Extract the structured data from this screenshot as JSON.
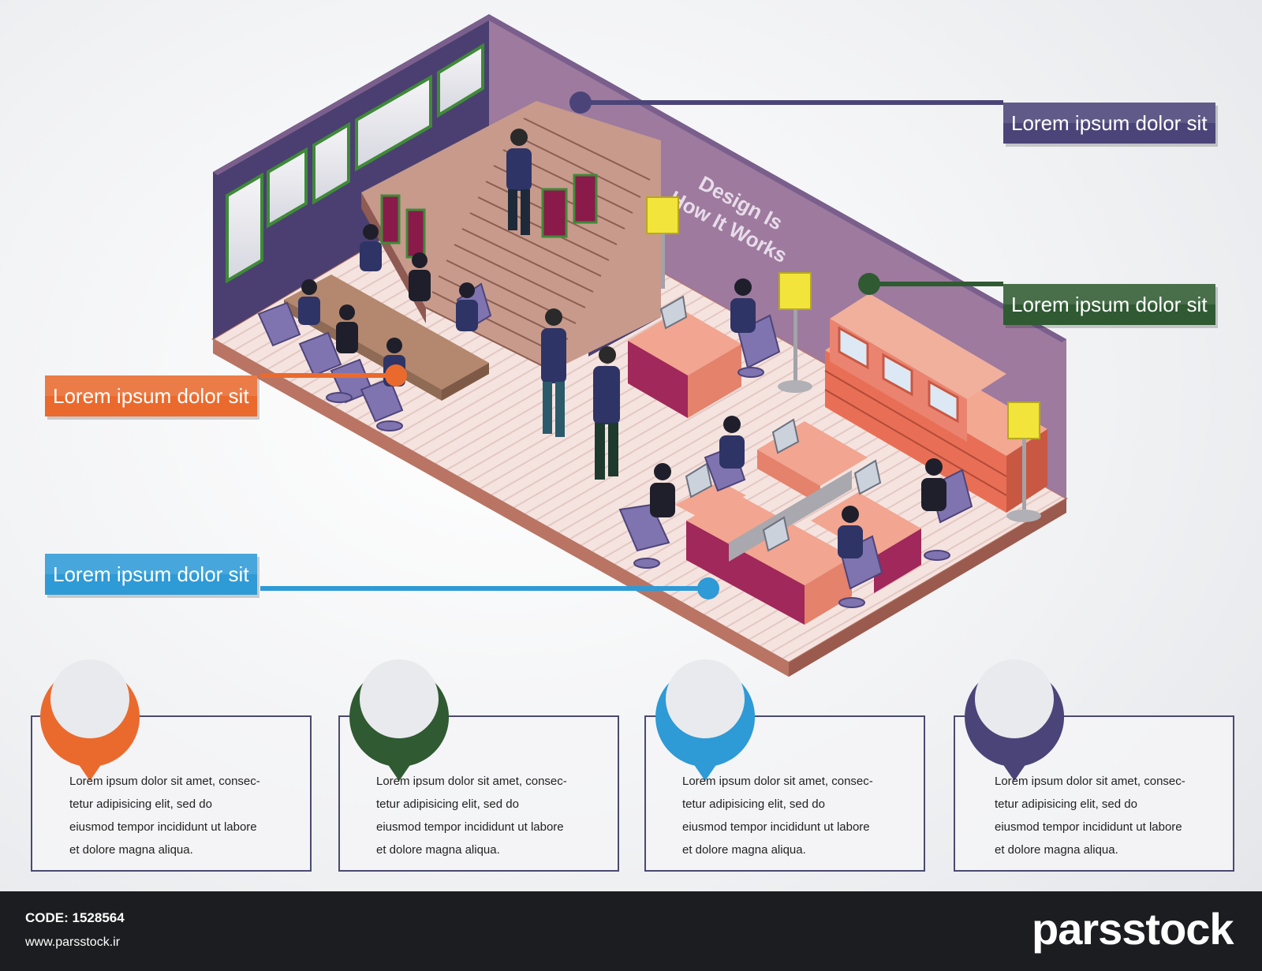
{
  "callouts": {
    "purple": "Lorem ipsum dolor sit",
    "green": "Lorem ipsum dolor sit",
    "orange": "Lorem ipsum dolor sit",
    "blue": "Lorem ipsum dolor sit"
  },
  "wall_sign": {
    "line1": "Design Is",
    "line2": "How It Works"
  },
  "info_cards": [
    {
      "line1": "Lorem ipsum dolor sit amet, consec-",
      "line2": "tetur adipisicing elit, sed do",
      "line3": "eiusmod tempor incididunt ut labore",
      "line4": "et dolore magna aliqua."
    },
    {
      "line1": "Lorem ipsum dolor sit amet, consec-",
      "line2": "tetur adipisicing elit, sed do",
      "line3": "eiusmod tempor incididunt ut labore",
      "line4": "et dolore magna aliqua."
    },
    {
      "line1": "Lorem ipsum dolor sit amet, consec-",
      "line2": "tetur adipisicing elit, sed do",
      "line3": "eiusmod tempor incididunt ut labore",
      "line4": "et dolore magna aliqua."
    },
    {
      "line1": "Lorem ipsum dolor sit amet, consec-",
      "line2": "tetur adipisicing elit, sed do",
      "line3": "eiusmod tempor incididunt ut labore",
      "line4": "et dolore magna aliqua."
    }
  ],
  "footer": {
    "code": "CODE: 1528564",
    "url": "www.parsstock.ir",
    "brand": "parsstock"
  },
  "watermark": "parsstock",
  "colors": {
    "purple": "#4b4478",
    "green": "#2f5a32",
    "orange": "#ea6a2e",
    "blue": "#2e9ad6",
    "wall": "#9a7a9c",
    "wall_dark": "#4a3f70",
    "floor": "#f3e1de",
    "furniture": "#ea8470",
    "footer_bg": "#1c1d20"
  }
}
